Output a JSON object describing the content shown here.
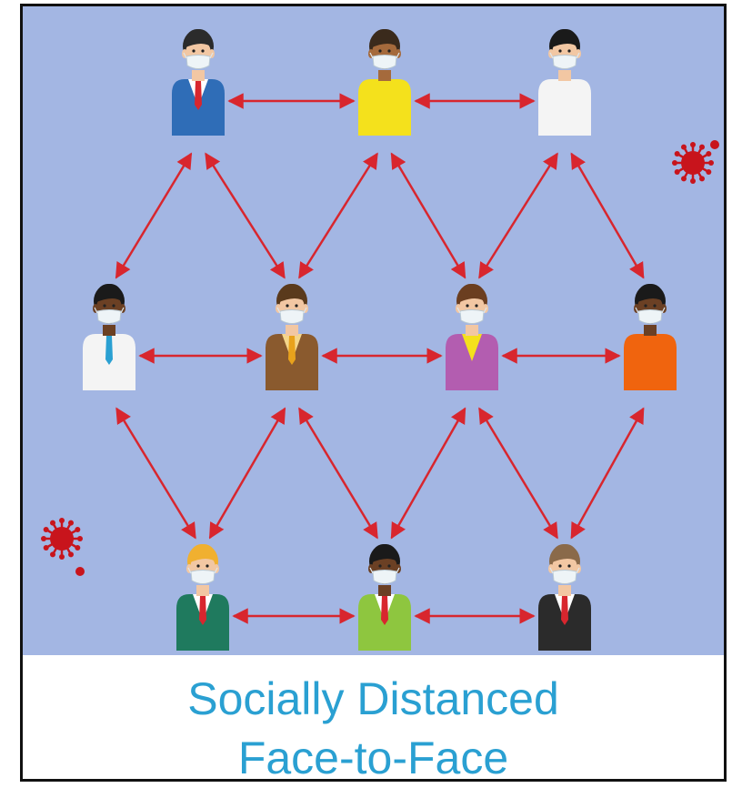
{
  "caption": {
    "line1": "Socially Distanced",
    "line2": "Face-to-Face"
  },
  "colors": {
    "background": "#a3b6e3",
    "arrow": "#d8262e",
    "caption_text": "#2aa0d2",
    "virus": "#c8141c"
  },
  "people": [
    {
      "id": "top-left",
      "outfit": "blue-suit",
      "shirt": "#2f6db7",
      "accent": "#ffffff",
      "tie": "#d8262e",
      "skin": "#f2c7a3",
      "hair": "#2b2b2b"
    },
    {
      "id": "top-center",
      "outfit": "yellow-shirt",
      "shirt": "#f4e11c",
      "accent": "#f4e11c",
      "tie": null,
      "skin": "#a56a3c",
      "hair": "#3a2a1c"
    },
    {
      "id": "top-right",
      "outfit": "white-shirt",
      "shirt": "#f4f4f4",
      "accent": "#f4f4f4",
      "tie": null,
      "skin": "#f2c7a3",
      "hair": "#1a1a1a"
    },
    {
      "id": "middle-far-left",
      "outfit": "white-shirt-blue-tie",
      "shirt": "#f4f4f4",
      "accent": "#f4f4f4",
      "tie": "#2aa0d2",
      "skin": "#6b4024",
      "hair": "#1a1a1a"
    },
    {
      "id": "middle-center-left",
      "outfit": "brown-suit",
      "shirt": "#8a5a2e",
      "accent": "#f4d68a",
      "tie": "#e8a21c",
      "skin": "#f2c7a3",
      "hair": "#5a3a1c"
    },
    {
      "id": "middle-center-right",
      "outfit": "purple-blazer",
      "shirt": "#b35db0",
      "accent": "#f4e11c",
      "tie": null,
      "skin": "#f2c7a3",
      "hair": "#6b3e20"
    },
    {
      "id": "middle-far-right",
      "outfit": "orange-sweater",
      "shirt": "#f0640e",
      "accent": "#f0640e",
      "tie": null,
      "skin": "#6b4024",
      "hair": "#1a1a1a"
    },
    {
      "id": "bottom-left",
      "outfit": "green-suit",
      "shirt": "#1f7a5e",
      "accent": "#ffffff",
      "tie": "#d8262e",
      "skin": "#f2c7a3",
      "hair": "#f0b030"
    },
    {
      "id": "bottom-center",
      "outfit": "green-blouse",
      "shirt": "#8ec63f",
      "accent": "#ffffff",
      "tie": "#d8262e",
      "skin": "#6b4024",
      "hair": "#1a1a1a"
    },
    {
      "id": "bottom-right",
      "outfit": "black-suit",
      "shirt": "#2b2b2b",
      "accent": "#ffffff",
      "tie": "#d8262e",
      "skin": "#f2c7a3",
      "hair": "#8a6a4a"
    }
  ],
  "connections": [
    [
      "top-left",
      "top-center"
    ],
    [
      "top-center",
      "top-right"
    ],
    [
      "top-left",
      "middle-far-left"
    ],
    [
      "top-left",
      "middle-center-left"
    ],
    [
      "top-center",
      "middle-center-left"
    ],
    [
      "top-center",
      "middle-center-right"
    ],
    [
      "top-right",
      "middle-center-right"
    ],
    [
      "top-right",
      "middle-far-right"
    ],
    [
      "middle-far-left",
      "middle-center-left"
    ],
    [
      "middle-center-left",
      "middle-center-right"
    ],
    [
      "middle-center-right",
      "middle-far-right"
    ],
    [
      "middle-far-left",
      "bottom-left"
    ],
    [
      "middle-center-left",
      "bottom-left"
    ],
    [
      "middle-center-left",
      "bottom-center"
    ],
    [
      "middle-center-right",
      "bottom-center"
    ],
    [
      "middle-center-right",
      "bottom-right"
    ],
    [
      "middle-far-right",
      "bottom-right"
    ],
    [
      "bottom-left",
      "bottom-center"
    ],
    [
      "bottom-center",
      "bottom-right"
    ]
  ],
  "viruses": [
    {
      "id": "virus-right",
      "icon": "virus-icon"
    },
    {
      "id": "virus-left",
      "icon": "virus-icon"
    }
  ]
}
